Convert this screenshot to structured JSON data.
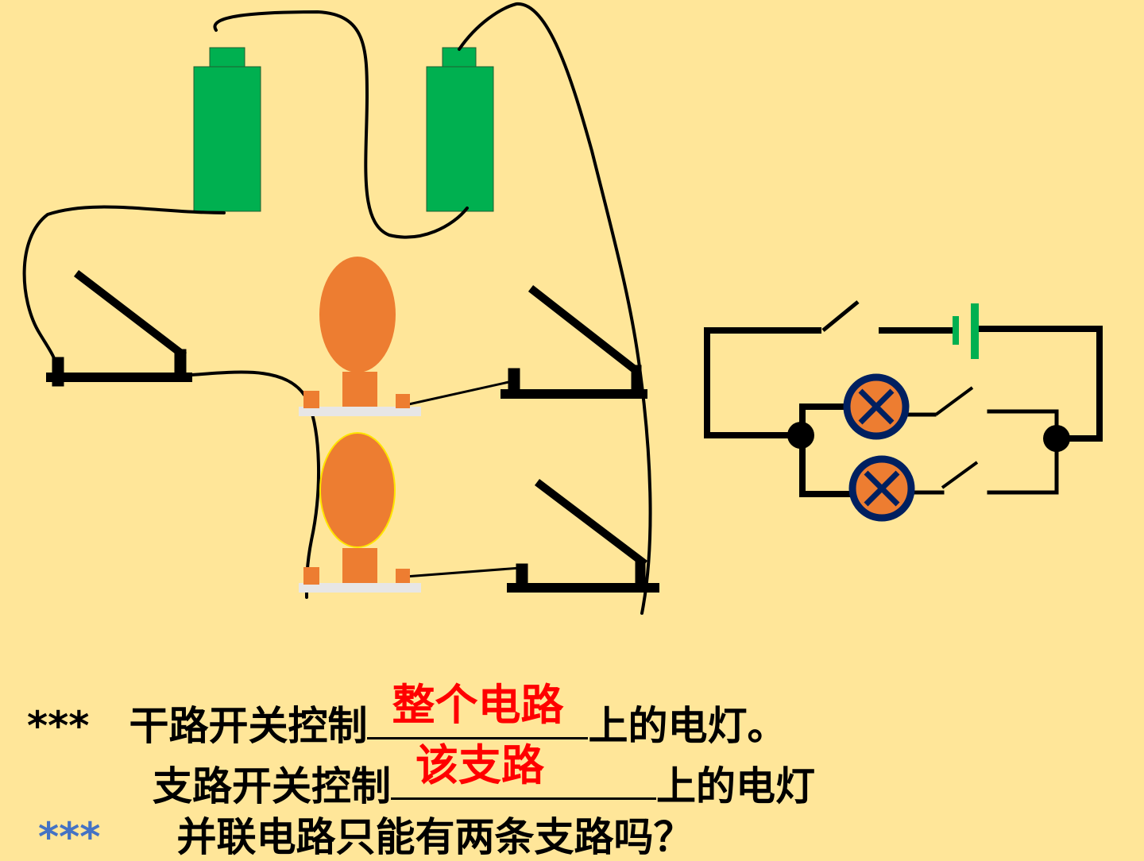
{
  "lines": [
    {
      "stars": "***",
      "before": "干路开关控制",
      "answer": "整个电路",
      "after": "上的电灯。"
    },
    {
      "before": "支路开关控制",
      "answer": "该支路",
      "after": "上的电灯"
    },
    {
      "stars": "***",
      "text": "并联电路只能有两条支路吗？"
    }
  ],
  "colors": {
    "background": "#FFE699",
    "battery": "#00B050",
    "bulb": "#ED7D31",
    "lamp_ring": "#002060",
    "answer": "#FF0000",
    "stars_blue": "#4472C4",
    "bulb_base": "#E7E6E6"
  }
}
